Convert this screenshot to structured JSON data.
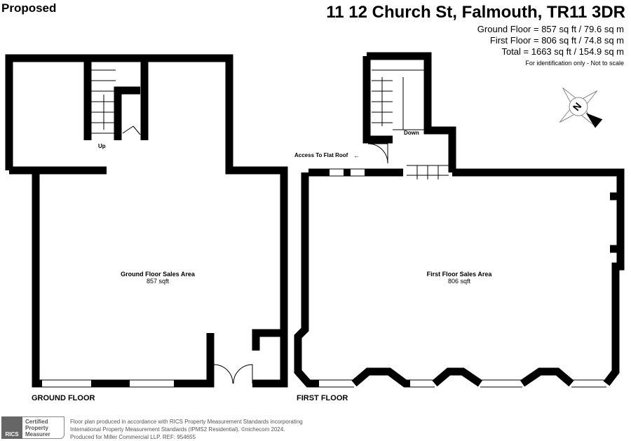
{
  "header": {
    "status": "Proposed",
    "address": "11 12 Church St, Falmouth, TR11 3DR"
  },
  "areas": [
    "Ground Floor = 857 sq ft / 79.6 sq m",
    "First Floor = 806 sq ft / 74.8 sq m",
    "Total = 1663 sq ft / 154.9 sq m"
  ],
  "disclaimer": "For identification only - Not to scale",
  "ground": {
    "label": "GROUND FLOOR",
    "room": "Ground Floor Sales Area",
    "size": "857 sqft",
    "stairs": "Up"
  },
  "first": {
    "label": "FIRST FLOOR",
    "room": "First Floor Sales Area",
    "size": "806 sqft",
    "stairs": "Down",
    "roof": "Access To Flat Roof"
  },
  "compass": {
    "letter": "N"
  },
  "rics": {
    "logo": "RICS",
    "cert": [
      "Certified",
      "Property",
      "Measurer"
    ]
  },
  "footer": [
    "Floor plan produced in accordance with RICS Property Measurement Standards incorporating",
    "International Property Measurement Standards (IPMS2 Residential).   ©nichecom 2024.",
    "Produced for Miller Commercial LLP.   REF: 954655"
  ]
}
